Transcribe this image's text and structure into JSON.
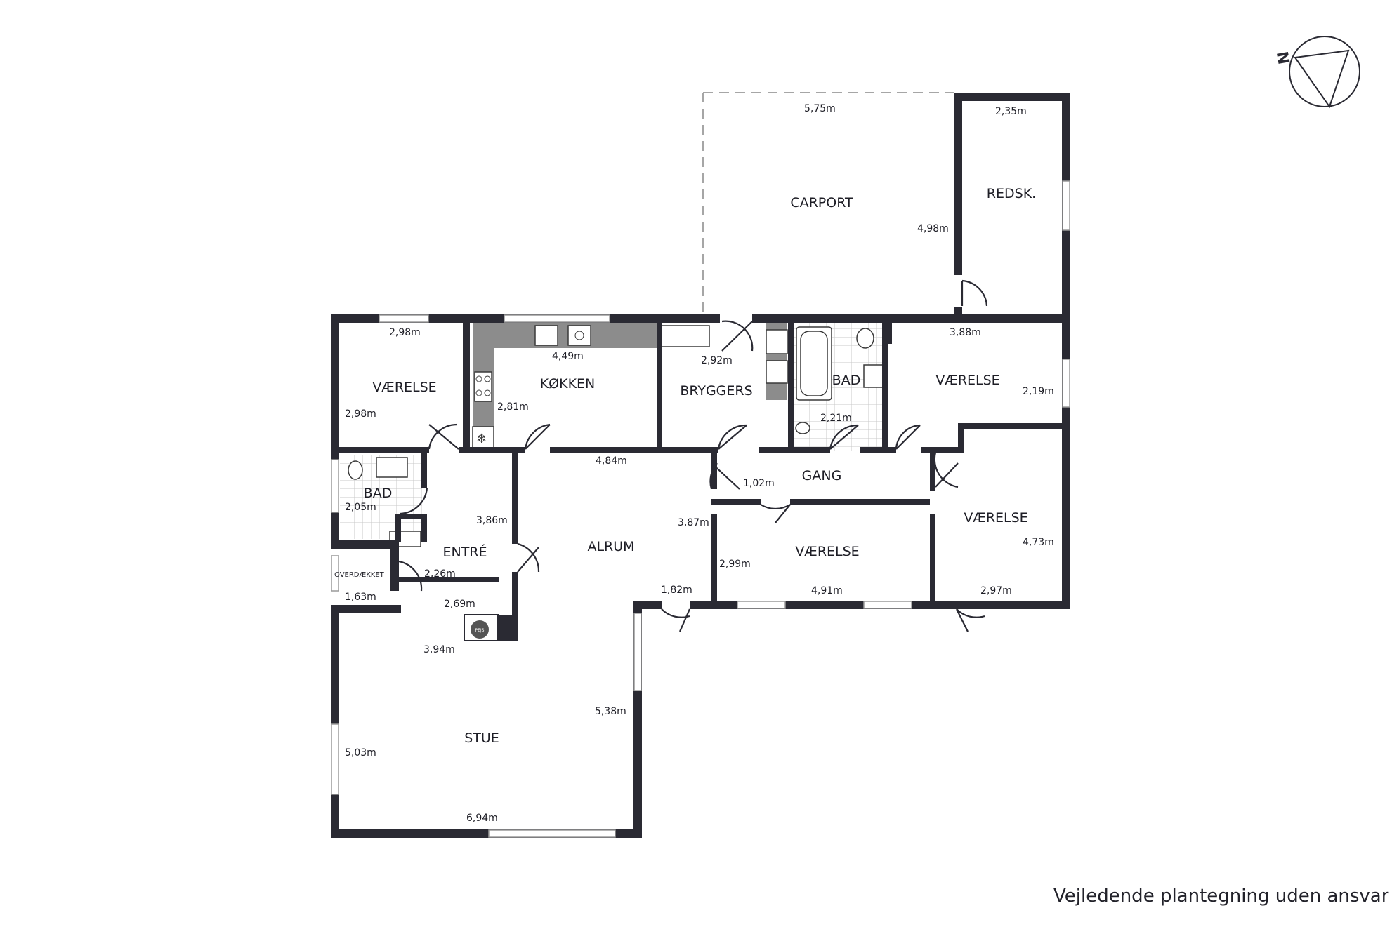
{
  "compass": {
    "letter": "N"
  },
  "rooms": [
    {
      "id": "carport",
      "label": "CARPORT"
    },
    {
      "id": "redsk",
      "label": "REDSK."
    },
    {
      "id": "vaerelse-1",
      "label": "VÆRELSE"
    },
    {
      "id": "koekken",
      "label": "KØKKEN"
    },
    {
      "id": "bryggers",
      "label": "BRYGGERS"
    },
    {
      "id": "bad-1",
      "label": "BAD"
    },
    {
      "id": "vaerelse-2",
      "label": "VÆRELSE"
    },
    {
      "id": "bad-2",
      "label": "BAD"
    },
    {
      "id": "entre",
      "label": "ENTRÉ"
    },
    {
      "id": "alrum",
      "label": "ALRUM"
    },
    {
      "id": "gang",
      "label": "GANG"
    },
    {
      "id": "vaerelse-3",
      "label": "VÆRELSE"
    },
    {
      "id": "vaerelse-4",
      "label": "VÆRELSE"
    },
    {
      "id": "stue",
      "label": "STUE"
    },
    {
      "id": "overdaekket",
      "label": "OVERDÆKKET"
    }
  ],
  "dimensions": {
    "carport_w": "5,75m",
    "carport_h": "4,98m",
    "redsk_w": "2,35m",
    "v1_w": "2,98m",
    "v1_h": "2,98m",
    "kok_w": "4,49m",
    "kok_h": "2,81m",
    "bry_w": "2,92m",
    "bad1_w": "2,21m",
    "v2_w": "3,88m",
    "v2_h": "2,19m",
    "bad2_h": "2,05m",
    "entre_h": "3,86m",
    "entre_w1": "2,26m",
    "entre_w2": "2,69m",
    "over_w": "1,63m",
    "alrum_w": "4,84m",
    "alrum_h": "3,87m",
    "alrum_step": "1,82m",
    "gang_h": "1,02m",
    "v3_h": "2,99m",
    "v3_w": "4,91m",
    "v4_h": "4,73m",
    "v4_w": "2,97m",
    "stue_top": "3,94m",
    "stue_r": "5,38m",
    "stue_l": "5,03m",
    "stue_w": "6,94m"
  },
  "fireplace_label": "PEJS",
  "disclaimer": "Vejledende plantegning uden ansvar"
}
